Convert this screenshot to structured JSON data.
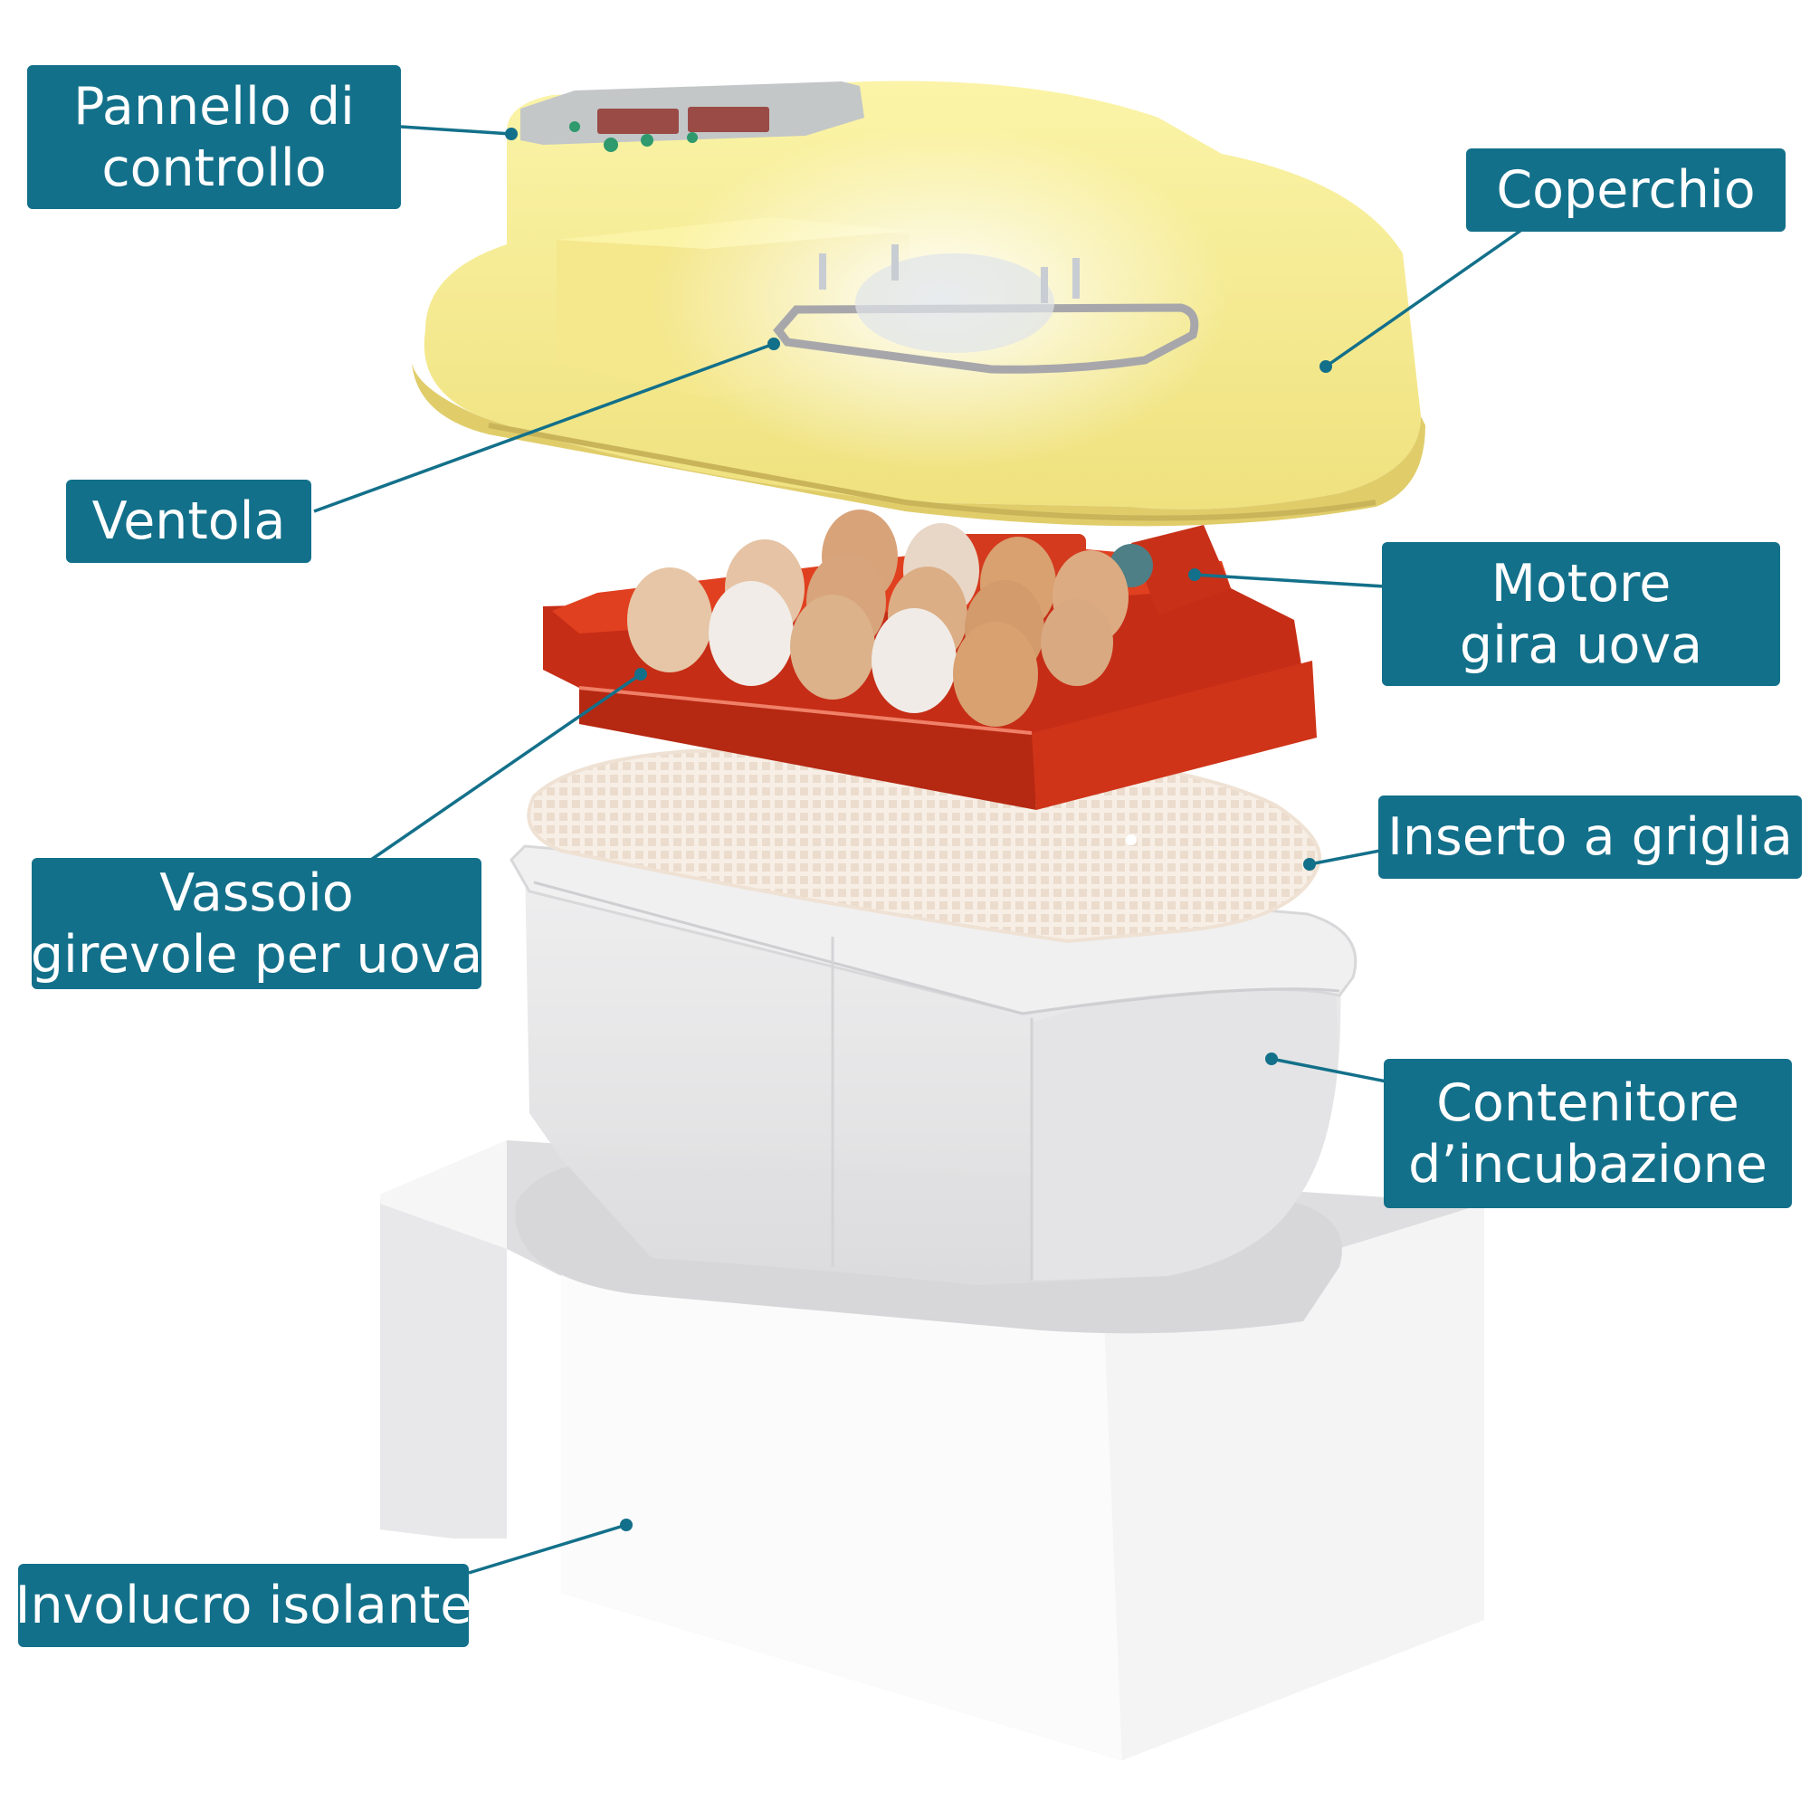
{
  "colors": {
    "label_bg": "#13708a",
    "label_text": "#ffffff",
    "lid": "#f2ea8f",
    "tray": "#d6341c",
    "grid_insert": "#f6ede4",
    "container": "#e6e6e8",
    "shell": "#f3f3f4"
  },
  "labels": {
    "control_panel": {
      "line1": "Pannello di",
      "line2": "controllo"
    },
    "lid": {
      "line1": "Coperchio"
    },
    "fan": {
      "line1": "Ventola"
    },
    "turner_motor": {
      "line1": "Motore",
      "line2": "gira uova"
    },
    "tray": {
      "line1": "Vassoio",
      "line2": "girevole per uova"
    },
    "grid_insert": {
      "line1": "Inserto a griglia"
    },
    "container": {
      "line1": "Contenitore",
      "line2": "d’incubazione"
    },
    "shell": {
      "line1": "Involucro isolante"
    }
  }
}
